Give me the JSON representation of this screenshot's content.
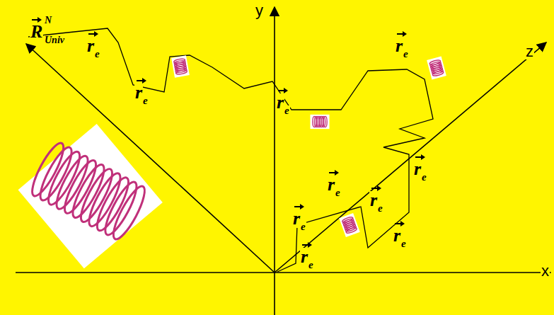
{
  "diagram": {
    "labels": [
      "R",
      "N",
      "Univ",
      "r",
      "e",
      "y",
      "r",
      "e",
      "z",
      "r",
      "e",
      "r",
      "e",
      "r",
      "e",
      "r",
      "e",
      "r",
      "e",
      "r",
      "e",
      "r",
      "e",
      "r",
      "e",
      "x"
    ]
  }
}
